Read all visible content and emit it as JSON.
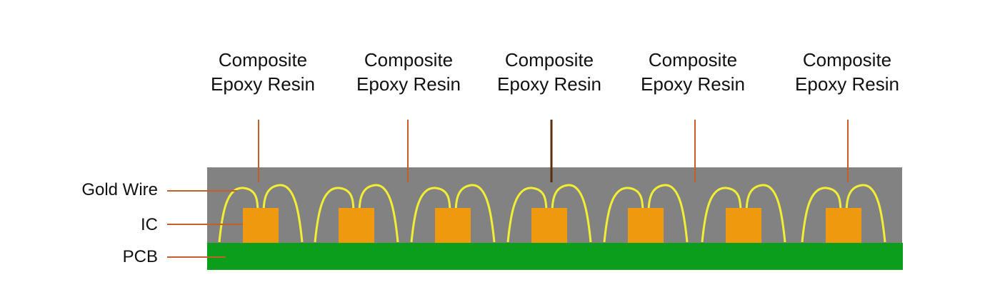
{
  "top_labels": [
    {
      "line1": "Composite",
      "line2": "Epoxy Resin"
    },
    {
      "line1": "Composite",
      "line2": "Epoxy Resin"
    },
    {
      "line1": "Composite",
      "line2": "Epoxy Resin"
    },
    {
      "line1": "Composite",
      "line2": "Epoxy Resin"
    },
    {
      "line1": "Composite",
      "line2": "Epoxy Resin"
    }
  ],
  "side_labels": {
    "gold_wire": "Gold Wire",
    "ic": "IC",
    "pcb": "PCB"
  },
  "colors": {
    "epoxy": "#828282",
    "pcb": "#0a9e1a",
    "ic": "#ef9a0e",
    "gold_wire": "#f2ee35",
    "leader": "#c0602a"
  }
}
